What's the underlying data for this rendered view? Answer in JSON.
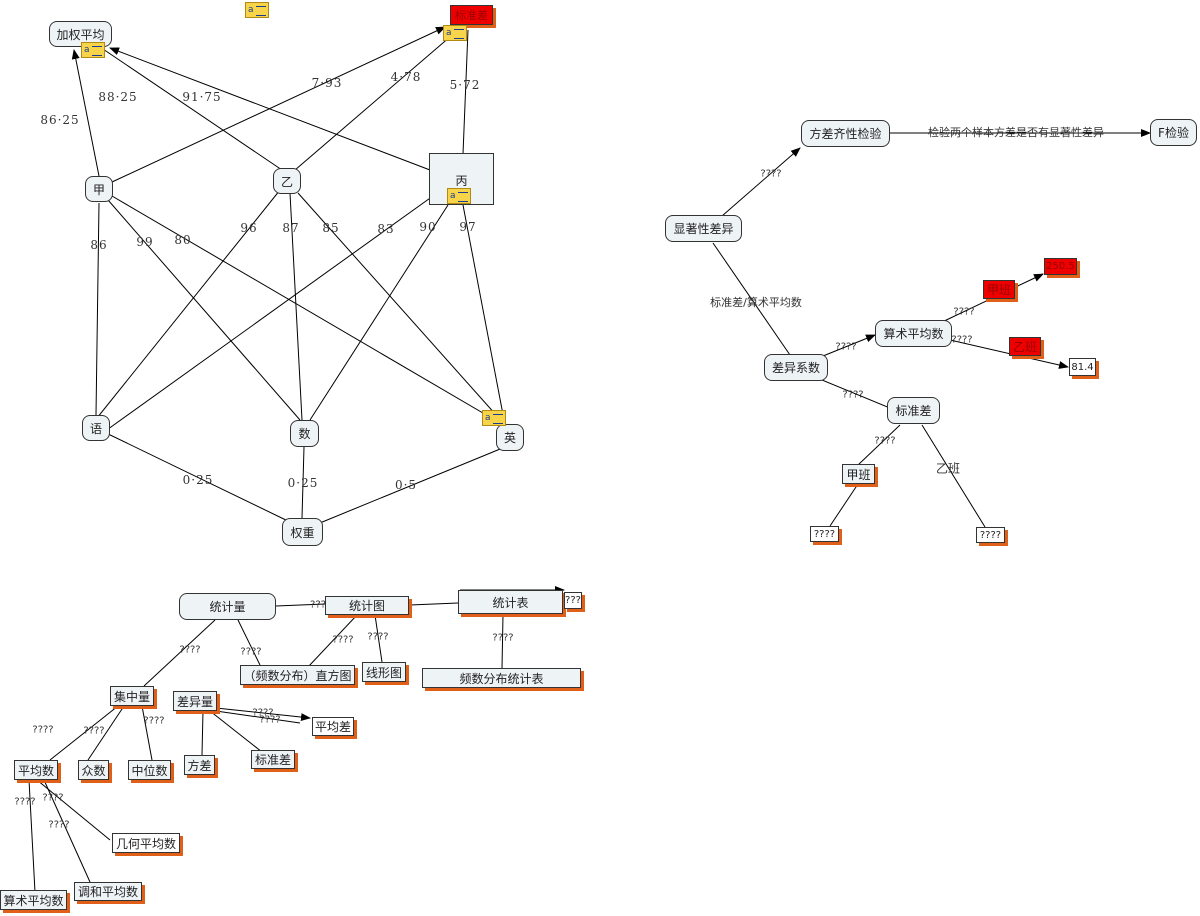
{
  "nodes": {
    "weighted_avg": "加权平均",
    "std_dev_top": "标准差",
    "jia": "甲",
    "yi": "乙",
    "bing": "丙",
    "yu": "语",
    "shu": "数",
    "ying": "英",
    "quanzhong": "权重",
    "var_test": "方差齐性检验",
    "f_test": "F检验",
    "significance": "显著性差异",
    "cv": "差异系数",
    "arith_mean_r": "算术平均数",
    "class_a_red": "甲班",
    "class_b_red": "乙班",
    "val_250": "250.5",
    "val_814": "81.4",
    "std_dev_r": "标准差",
    "class_a": "甲班",
    "q_left": "????",
    "q_right": "????",
    "statistic": "统计量",
    "stat_chart": "统计图",
    "stat_table": "统计表",
    "q_box": "???",
    "histogram": "（频数分布）直方图",
    "line_chart": "线形图",
    "freq_table": "频数分布统计表",
    "central": "集中量",
    "dispersion": "差异量",
    "mean_dev": "平均差",
    "average": "平均数",
    "mode": "众数",
    "median": "中位数",
    "variance": "方差",
    "std_dev_b": "标准差",
    "geo_mean": "几何平均数",
    "harm_mean": "调和平均数",
    "arith_mean_b": "算术平均数"
  },
  "labels": {
    "w8625": "86·25",
    "w8825": "88·25",
    "w9175": "91·75",
    "s793": "7·93",
    "s478": "4·78",
    "s572": "5·72",
    "jia_yu": "86",
    "jia_shu": "99",
    "jia_ying": "80",
    "yi_yu": "96",
    "yi_shu": "87",
    "yi_ying": "85",
    "bing_yu": "83",
    "bing_shu": "90",
    "bing_ying": "97",
    "wt_yu": "0·25",
    "wt_shu": "0·25",
    "wt_ying": "0·5",
    "test_desc": "检验两个样本方差是否有显著性差异",
    "cv_formula": "标准差/算术平均数",
    "yi_ban": "乙班",
    "q1": "????",
    "q2": "????",
    "q3": "????",
    "q4": "????",
    "q5": "????",
    "q6": "????",
    "q7": "????",
    "b1": "???",
    "b2": "????",
    "b3": "????",
    "b4": "????",
    "b5": "????",
    "b6": "????",
    "b7": "????",
    "b8": "????",
    "b9": "????",
    "b10": "????",
    "b11": "????",
    "b12": "????",
    "b13": "????",
    "b14": "????",
    "b15": "????"
  }
}
